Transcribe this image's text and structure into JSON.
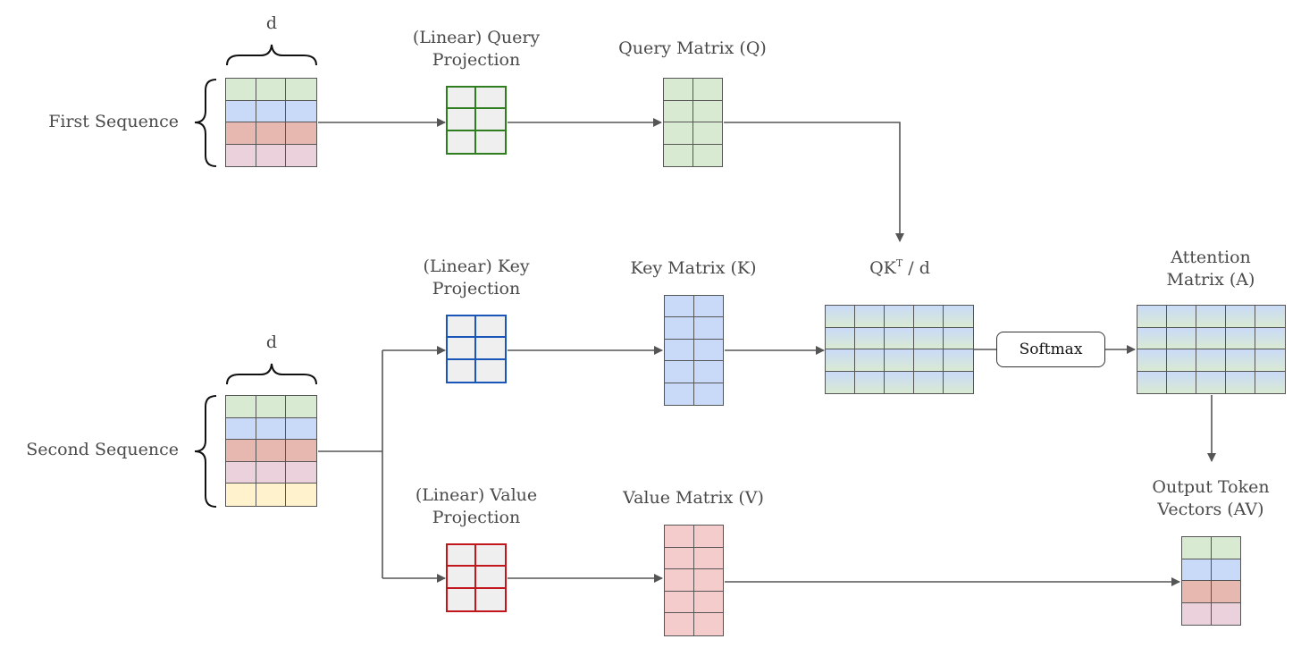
{
  "labels": {
    "dim_top": "d",
    "dim_bottom": "d",
    "first_sequence": "First Sequence",
    "second_sequence": "Second Sequence",
    "query_projection_1": "(Linear) Query",
    "query_projection_2": "Projection",
    "key_projection_1": "(Linear) Key",
    "key_projection_2": "Projection",
    "value_projection_1": "(Linear) Value",
    "value_projection_2": "Projection",
    "query_matrix": "Query Matrix (Q)",
    "key_matrix": "Key Matrix (K)",
    "value_matrix": "Value Matrix (V)",
    "qk_main": "QK",
    "qk_sup": "T",
    "qk_tail": " / d",
    "attention_1": "Attention",
    "attention_2": "Matrix (A)",
    "output_1": "Output Token",
    "output_2": "Vectors (AV)",
    "softmax": "Softmax"
  },
  "colors": {
    "green": "#d9ead3",
    "blue": "#c9daf8",
    "red": "#e6b8af",
    "pink": "#ead1dc",
    "yellow": "#fff2cc",
    "value_pink": "#f4cccc",
    "proj_gray": "#efefef",
    "query_border": "#2e7d1f",
    "key_border": "#1a56b8",
    "value_border": "#c0161c",
    "line": "#555555"
  }
}
